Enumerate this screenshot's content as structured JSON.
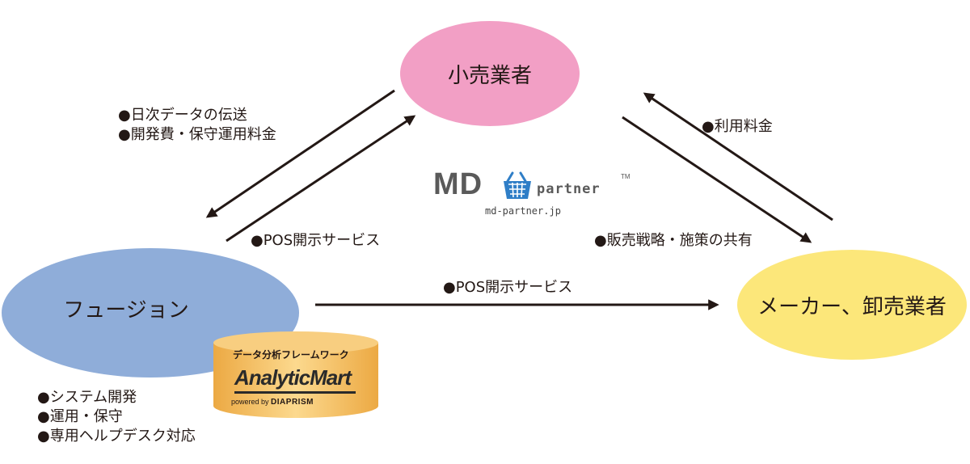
{
  "nodes": {
    "retailer": "小売業者",
    "fusion": "フュージョン",
    "maker": "メーカー、卸売業者"
  },
  "labels": {
    "retailer_to_fusion": [
      "●日次データの伝送",
      "●開発費・保守運用料金"
    ],
    "fusion_to_retailer": "●POS開示サービス",
    "maker_to_retailer": "●利用料金",
    "retailer_to_maker": "●販売戦略・施策の共有",
    "fusion_to_maker": "●POS開示サービス",
    "fusion_services": [
      "●システム開発",
      "●運用・保守",
      "●専用ヘルプデスク対応"
    ]
  },
  "md_logo": {
    "md": "MD",
    "partner": "partner",
    "tm": "TM",
    "url": "md-partner.jp"
  },
  "analytic_mart": {
    "header": "データ分析フレームワーク",
    "logo": "AnalyticMart",
    "powered_by": "powered by",
    "brand": "DIAPRISM"
  },
  "colors": {
    "retailer": "#f29fc5",
    "fusion": "#8fadd9",
    "maker": "#fce77a",
    "cylinder": "#f6c06a",
    "arrow": "#231815",
    "basket": "#2f7ec7"
  }
}
